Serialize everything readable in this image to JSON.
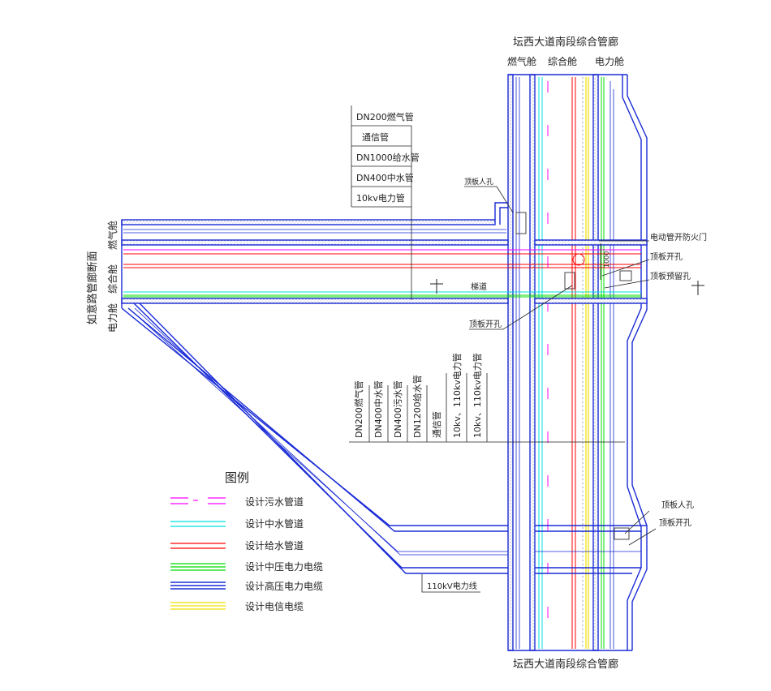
{
  "titles": {
    "top": "坛西大道南段综合管廊",
    "bottom": "坛西大道南段综合管廊",
    "compartments_top": [
      "燃气舱",
      "综合舱",
      "电力舱"
    ],
    "left_section_title": "如意路管廊断面",
    "left_compartments": [
      "燃气舱",
      "综合舱",
      "电力舱"
    ]
  },
  "pipe_labels_top": [
    "DN200燃气管",
    "通信管",
    "DN1000给水管",
    "DN400中水管",
    "10kv电力管"
  ],
  "pipe_labels_vertical": [
    "DN200燃气管",
    "DN400中水管",
    "DN400污水管",
    "DN1200给水管",
    "通信管",
    "10kv、110kv电力管",
    "10kv、110kv电力管"
  ],
  "annotations": {
    "roof_manhole_1": "顶板人孔",
    "fire_door": "电动管开防火门",
    "dim_1000": "1000",
    "roof_opening_right": "顶板开孔",
    "roof_reserved_hole": "顶板预留孔",
    "stairs": "梯道",
    "roof_opening_center": "顶板开孔",
    "roof_manhole_2": "顶板人孔",
    "roof_opening_bottom": "顶板开孔",
    "cable_110kv": "110kV电力线"
  },
  "legend": {
    "title": "图例",
    "items": [
      {
        "label": "设计污水管道",
        "color": "#ff00ff",
        "style": "dashed"
      },
      {
        "label": "设计中水管道",
        "color": "#00e0e0",
        "style": "double"
      },
      {
        "label": "设计给水管道",
        "color": "#ff0000",
        "style": "double"
      },
      {
        "label": "设计中压电力电缆",
        "color": "#00dd00",
        "style": "triple"
      },
      {
        "label": "设计高压电力电缆",
        "color": "#1a2bd6",
        "style": "triple"
      },
      {
        "label": "设计电信电缆",
        "color": "#f0e000",
        "style": "triple"
      }
    ]
  },
  "colors": {
    "wall": "#1a2bd6",
    "wall_fill": "#d8dbe6",
    "sewage": "#ff00ff",
    "reclaimed": "#00e0e0",
    "water": "#ff0000",
    "mv_power": "#00dd00",
    "hv_power": "#1a2bd6",
    "telecom": "#f0e000"
  }
}
